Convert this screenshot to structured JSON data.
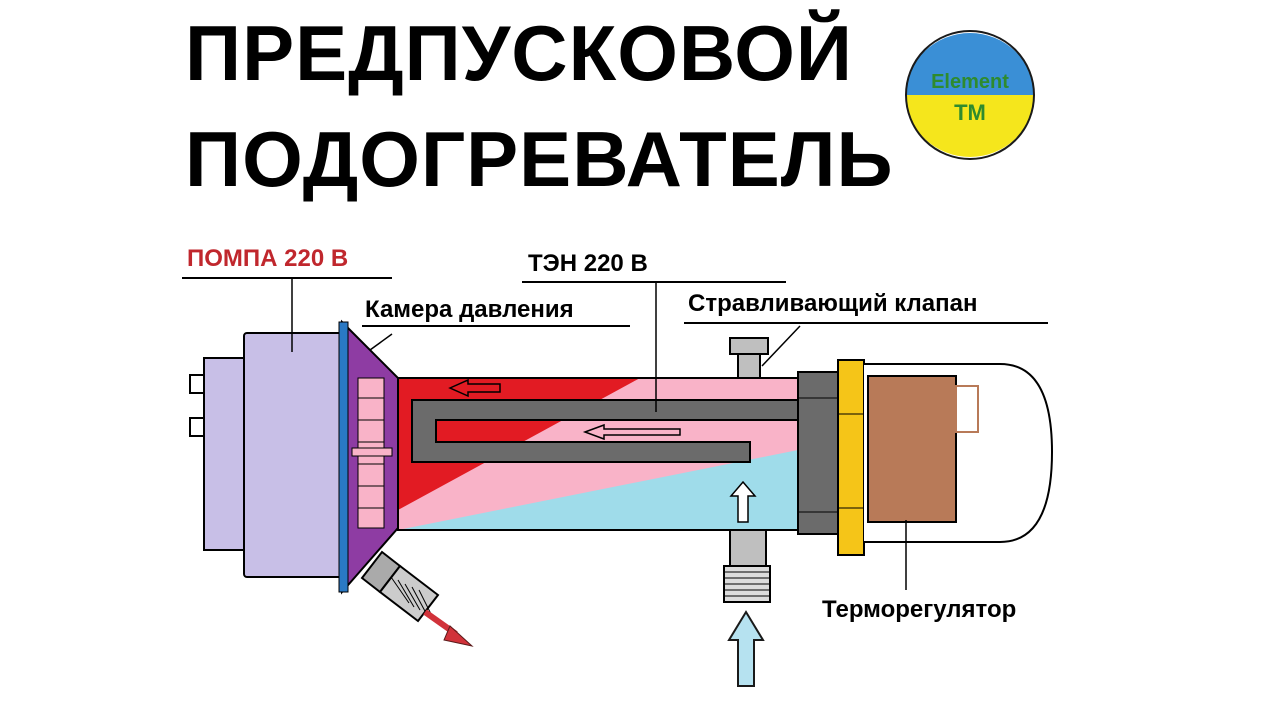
{
  "title": {
    "line1": "ПРЕДПУСКОВОЙ",
    "line2": "ПОДОГРЕВАТЕЛЬ"
  },
  "logo": {
    "line1": "Element",
    "line2": "TM",
    "colors": {
      "top": "#3a8fd6",
      "bottom": "#f5e61c",
      "text": "#2e8b2e"
    }
  },
  "labels": {
    "pump": "ПОМПА 220 В",
    "heater": "ТЭН 220 В",
    "pressure_chamber": "Камера давления",
    "relief_valve": "Стравливающий клапан",
    "thermostat": "Терморегулятор"
  },
  "colors": {
    "pump_label": "#c0272d",
    "pump_body": "#c8bfe7",
    "chamber": "#8e3ca3",
    "hot_water": "#e21b23",
    "warm_water": "#f9b3c8",
    "cold_water": "#9fdcea",
    "heater_element": "#6b6b6b",
    "flange": "#f5c518",
    "thermostat_box": "#b87a58",
    "inlet_arrow": "#b6e2f0",
    "outlet_arrow": "#d1323a"
  }
}
